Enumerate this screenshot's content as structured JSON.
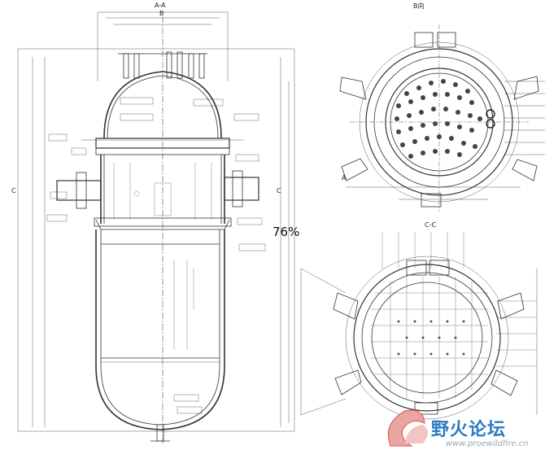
{
  "labels": {
    "section_aa": "A-A",
    "section_b_view": "B向",
    "section_cc": "C-C",
    "mark_b": "B",
    "mark_a": "A",
    "mark_c_left": "C",
    "mark_c_right": "C"
  },
  "zoom": "76%",
  "watermark": {
    "title": "野火论坛",
    "url": "www.proewildfire.cn"
  },
  "colors": {
    "line": "#333333",
    "watermark_blue": "#2c7cc3",
    "watermark_red": "#d9534f"
  }
}
